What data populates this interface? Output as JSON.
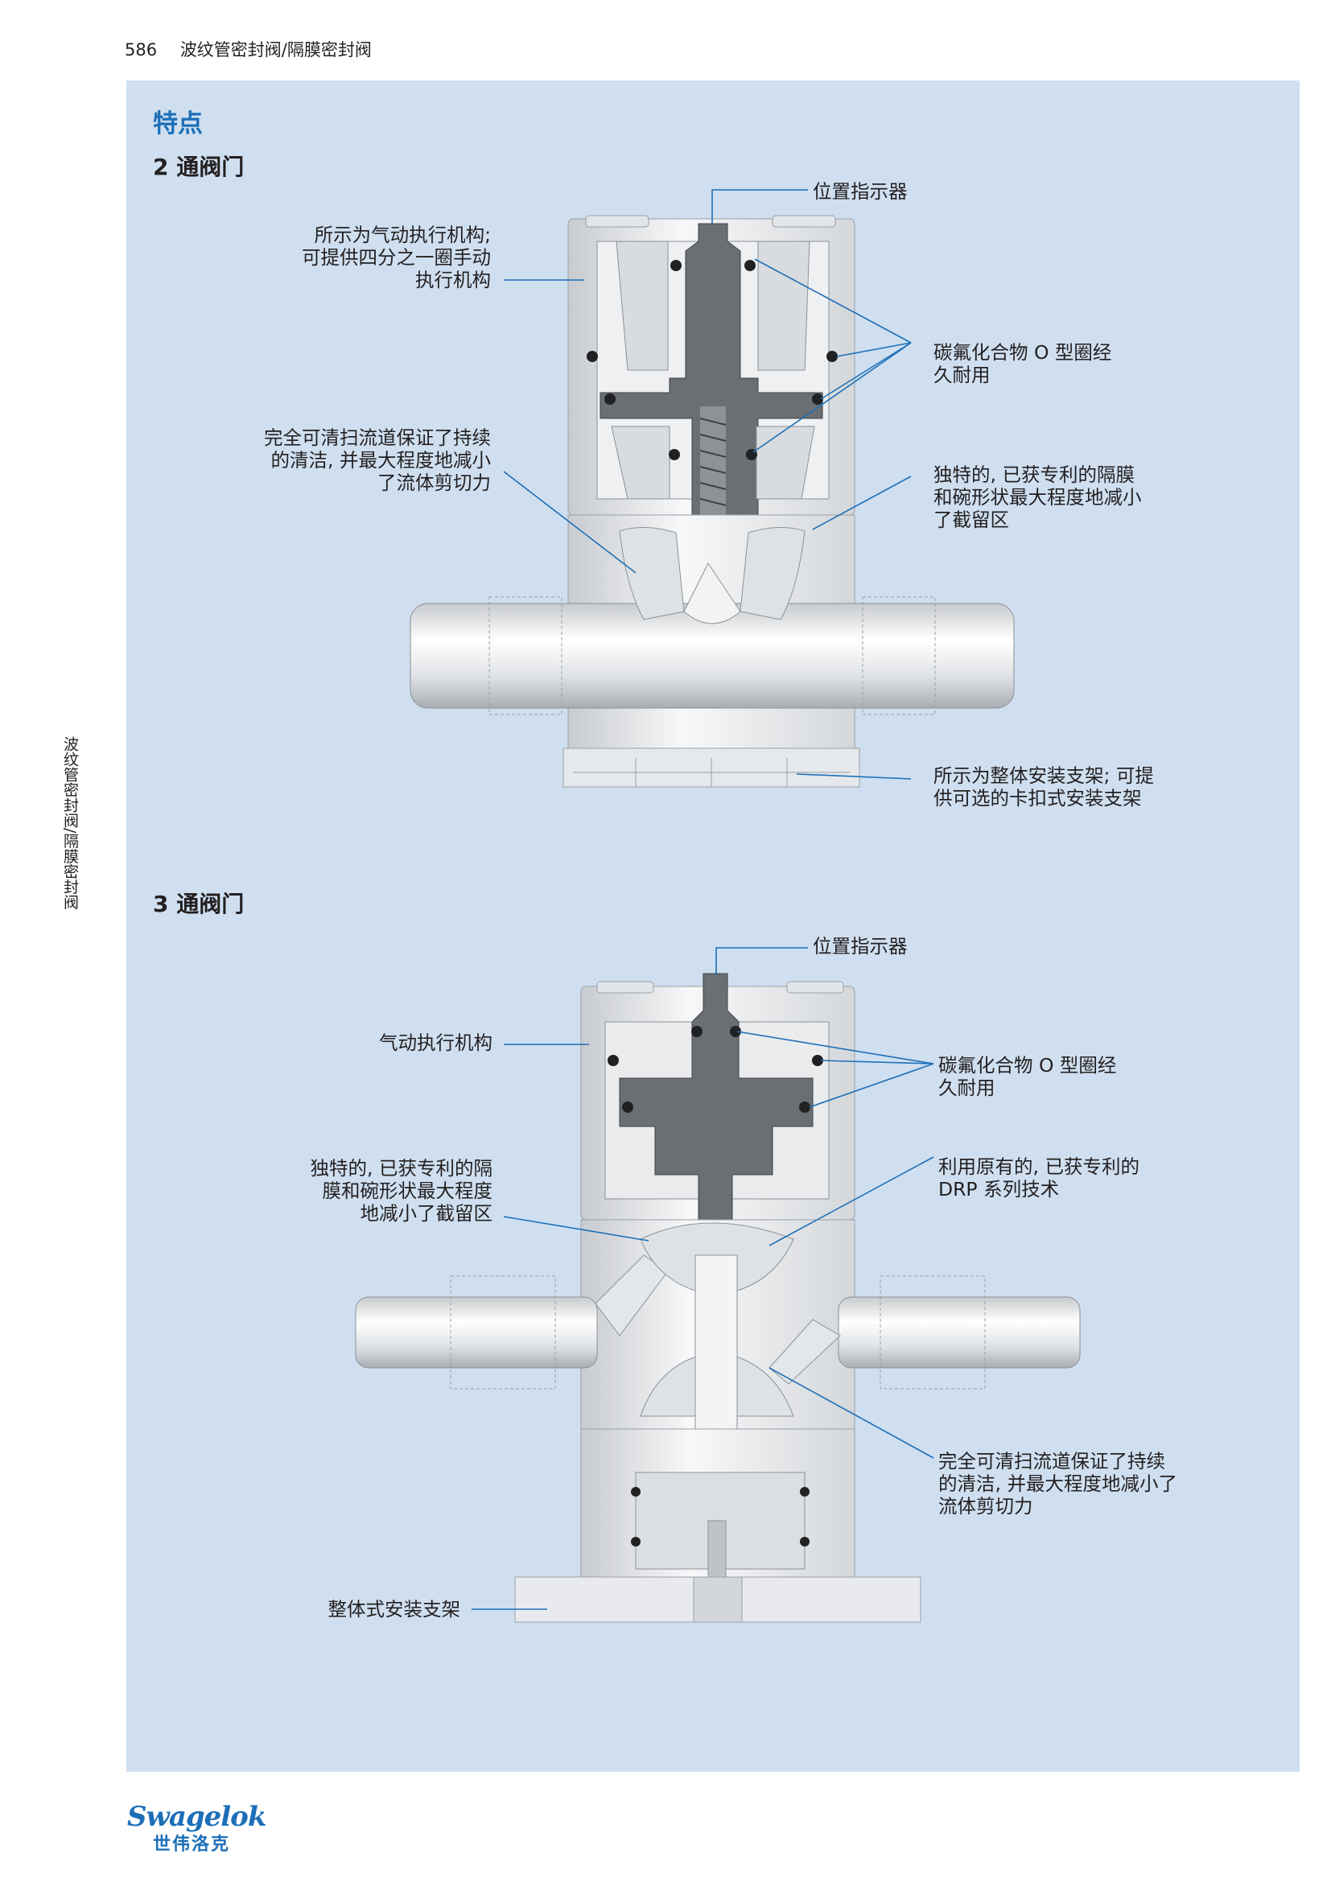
{
  "header": {
    "page_number": "586",
    "title": "波纹管密封阀/隔膜密封阀"
  },
  "side_tab": "波纹管密封阀/隔膜密封阀",
  "section": {
    "title": "特点"
  },
  "two_way": {
    "title": "2 通阀门",
    "labels": {
      "indicator": "位置指示器",
      "actuator": [
        "所示为气动执行机构;",
        "可提供四分之一圈手动",
        "执行机构"
      ],
      "orings": [
        "碳氟化合物 O 型圈经",
        "久耐用"
      ],
      "flowpath": [
        "完全可清扫流道保证了持续",
        "的清洁, 并最大程度地减小",
        "了流体剪切力"
      ],
      "diaphragm": [
        "独特的, 已获专利的隔膜",
        "和碗形状最大程度地减小",
        "了截留区"
      ],
      "bracket": [
        "所示为整体安装支架; 可提",
        "供可选的卡扣式安装支架"
      ]
    }
  },
  "three_way": {
    "title": "3 通阀门",
    "labels": {
      "indicator": "位置指示器",
      "actuator": "气动执行机构",
      "orings": [
        "碳氟化合物 O 型圈经",
        "久耐用"
      ],
      "diaphragm": [
        "独特的, 已获专利的隔",
        "膜和碗形状最大程度",
        "地减小了截留区"
      ],
      "drp": [
        "利用原有的, 已获专利的",
        "DRP 系列技术"
      ],
      "flowpath": [
        "完全可清扫流道保证了持续",
        "的清洁, 并最大程度地减小了",
        "流体剪切力"
      ],
      "bracket": "整体式安装支架"
    }
  },
  "logo": {
    "brand": "Swagelok",
    "brand_cn": "世伟洛克"
  },
  "colors": {
    "panel": "#cfdff0",
    "accent": "#1d6fb8",
    "leader": "#1d6fb8",
    "steel_light": "#eef0f2",
    "steel_dark": "#6b6e72"
  }
}
